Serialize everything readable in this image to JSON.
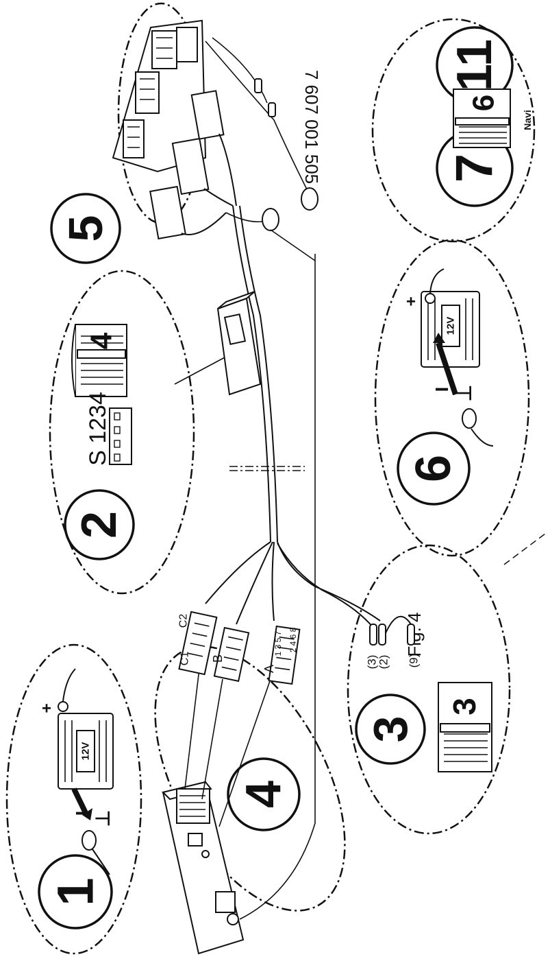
{
  "diagram": {
    "steps": {
      "step1": "1",
      "step2": "2",
      "step3": "3",
      "step4": "4",
      "step5": "5",
      "step6": "6",
      "step7": "7",
      "step_dash": "-",
      "step11": "11"
    },
    "books": {
      "book4": "4",
      "book3": "3",
      "book6": "6"
    },
    "labels": {
      "navi": "Navi",
      "part_number": "7 607 001 505",
      "fig": "Fig. 4",
      "switch_label": "S 1234",
      "battery_12v": "12V",
      "plus": "+",
      "minus": "−",
      "ground": "⊥",
      "pin3": "(3)",
      "pin2": "(2)",
      "pin9": "(9)",
      "conn_c1": "C1",
      "conn_c2": "C2",
      "conn_b": "B",
      "conn_a": "A",
      "pins_odd": "1 3 5 7",
      "pins_even": "2 4 6 8"
    }
  }
}
